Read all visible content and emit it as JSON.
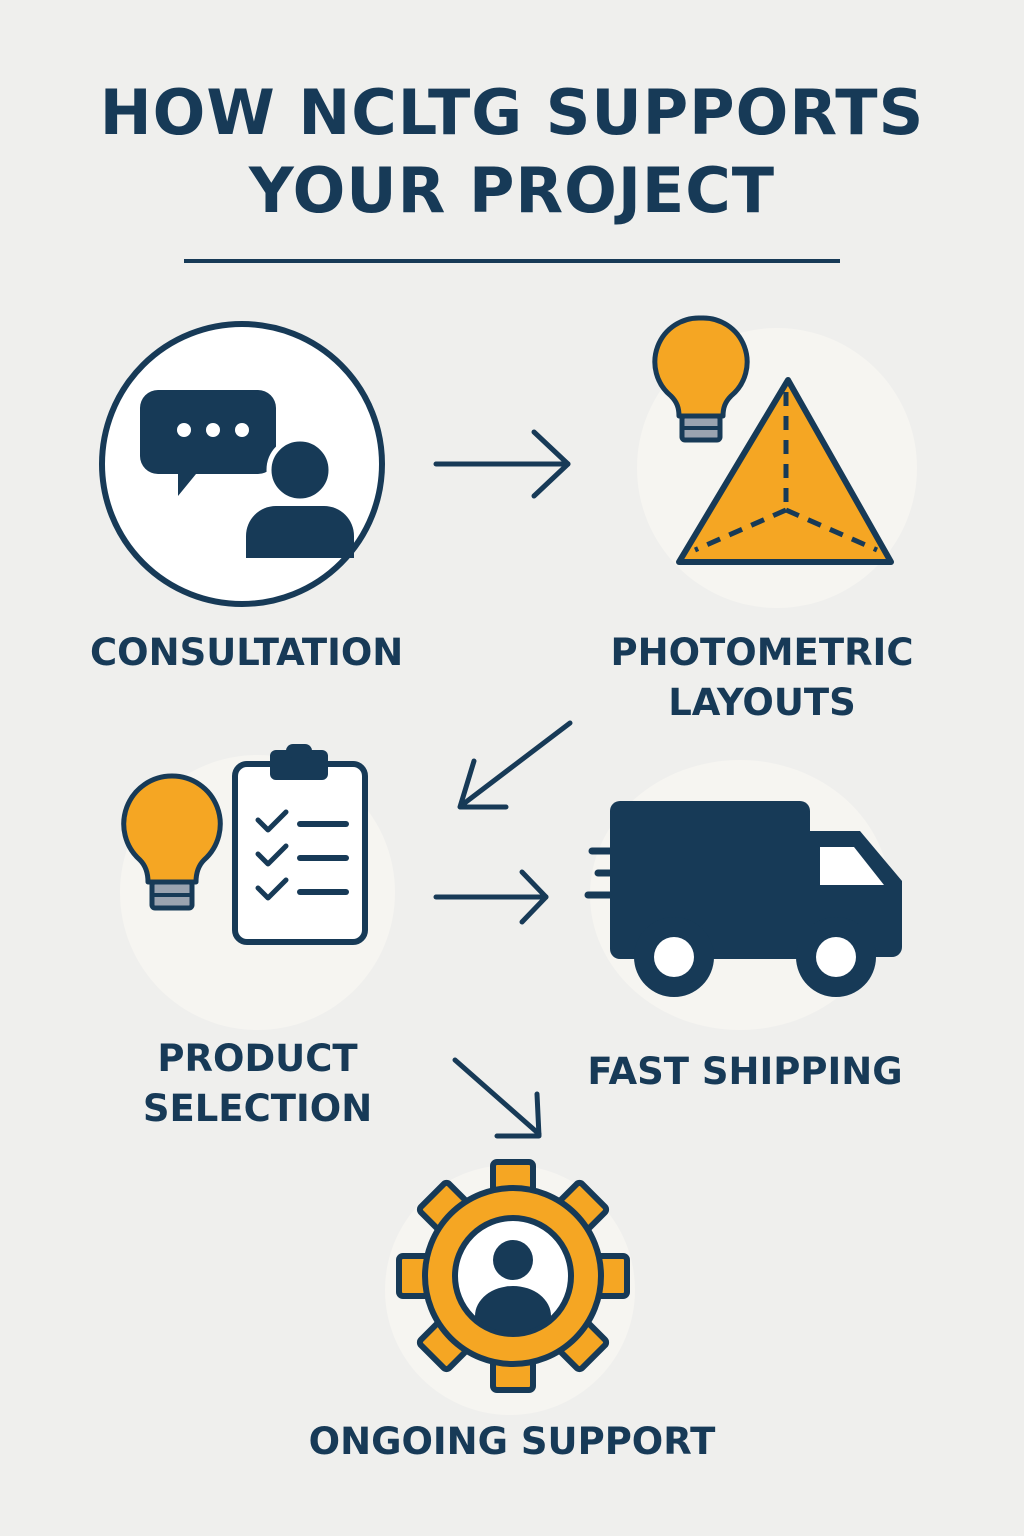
{
  "title": {
    "line1": "HOW NCLTG SUPPORTS",
    "line2": "YOUR PROJECT"
  },
  "steps": [
    {
      "label": "CONSULTATION",
      "icon": "chat-person-icon"
    },
    {
      "label_line1": "PHOTOMETRIC",
      "label_line2": "LAYOUTS",
      "icon": "lightbulb-triangle-icon"
    },
    {
      "label_line1": "PRODUCT",
      "label_line2": "SELECTION",
      "icon": "lightbulb-clipboard-icon"
    },
    {
      "label": "FAST SHIPPING",
      "icon": "delivery-truck-icon"
    },
    {
      "label": "ONGOING SUPPORT",
      "icon": "gear-person-icon"
    }
  ],
  "colors": {
    "navy": "#173a57",
    "accent": "#f5a623",
    "background": "#efefed",
    "disc": "#f6f5f1"
  }
}
